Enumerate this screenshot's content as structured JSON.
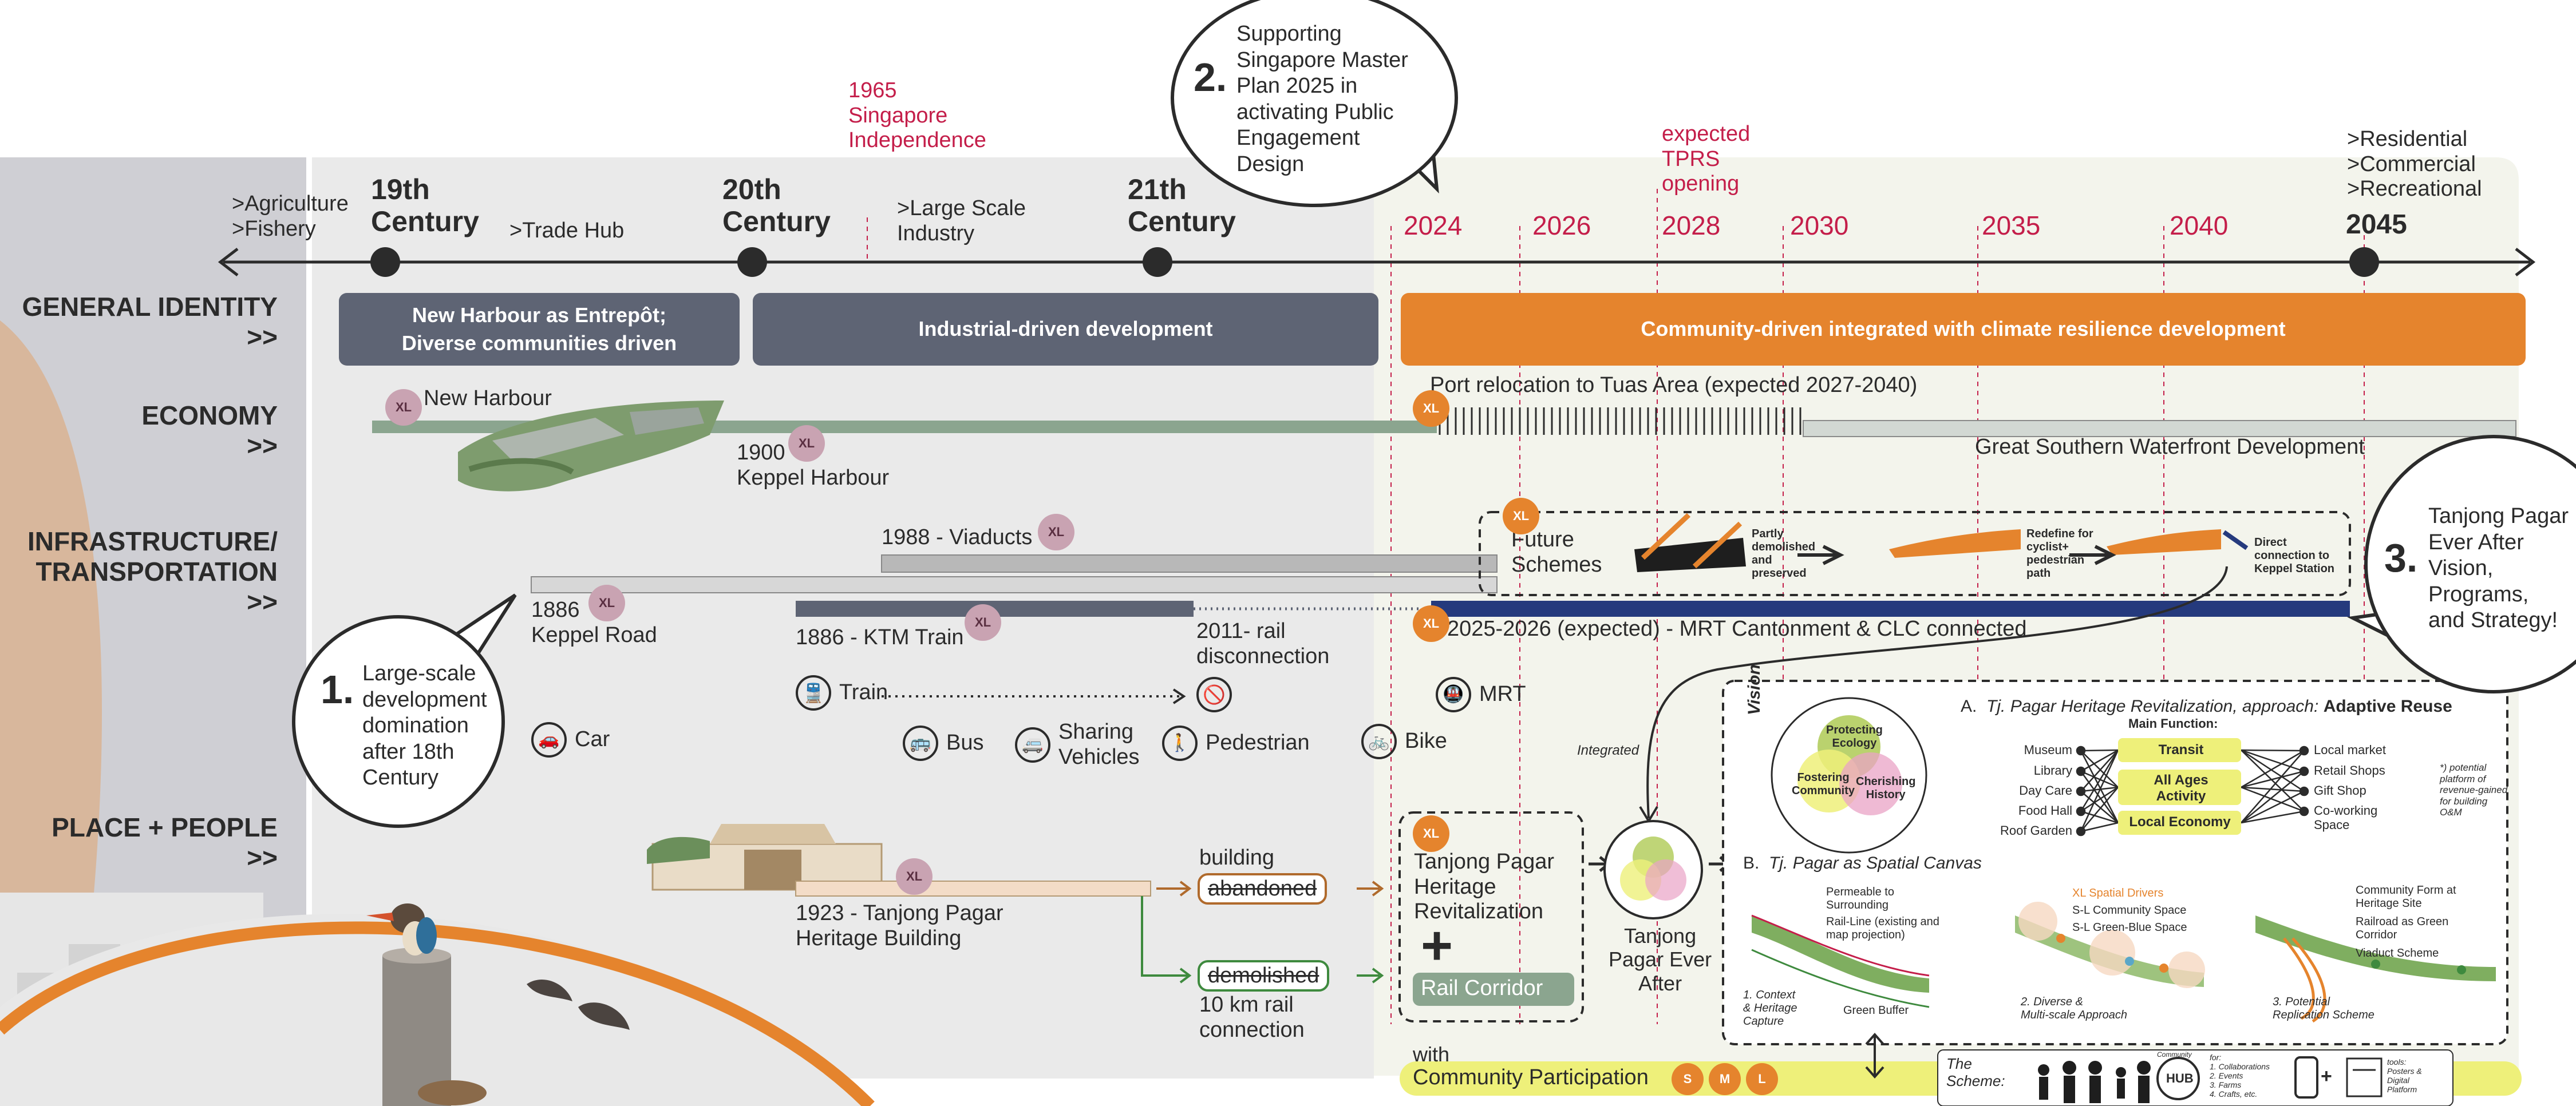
{
  "colors": {
    "red": "#c41e4a",
    "slate": "#5e6474",
    "orange": "#e5842d",
    "sage": "#8ba58f",
    "navy": "#253a7d",
    "yellow": "#eef07a",
    "xl_purple": "#c9a3b2"
  },
  "timeline": {
    "left_labels": ">Agriculture\n>Fishery",
    "c19": "19th\nCentury",
    "trade": ">Trade Hub",
    "c20": "20th\nCentury",
    "independence": "1965\nSingapore\nIndependence",
    "industry": ">Large Scale\nIndustry",
    "c21": "21th\nCentury",
    "tprs": "expected\nTPRS\nopening",
    "years": [
      "2024",
      "2026",
      "2028",
      "2030",
      "2035",
      "2040"
    ],
    "y2045": "2045",
    "future": ">Residential\n>Commercial\n>Recreational"
  },
  "categories": {
    "general": "GENERAL IDENTITY\n>>",
    "economy": "ECONOMY\n>>",
    "infra": "INFRASTRUCTURE/\nTRANSPORTATION\n>>",
    "place": "PLACE + PEOPLE\n>>"
  },
  "identity": {
    "p1": "New Harbour as Entrepôt;\nDiverse communities driven",
    "p2": "Industrial-driven development",
    "p3": "Community-driven integrated with climate resilience development"
  },
  "economy": {
    "new_harbour": "New Harbour",
    "keppel_harbour": "1900\nKeppel Harbour",
    "port_relocation": "Port relocation to Tuas Area (expected 2027-2040)",
    "gsw": "Great Southern Waterfront Development"
  },
  "infra": {
    "viaducts": "1988 - Viaducts",
    "keppel_road": "1886\nKeppel Road",
    "ktm": "1886 - KTM Train",
    "rail_disc": "2011- rail\ndisconnection",
    "mrt_line": "2025-2026 (expected) - MRT Cantonment & CLC connected",
    "future_schemes": "Future\nSchemes",
    "step1": "Partly\ndemolished\nand\npreserved",
    "step2": "Redefine for\ncyclist+\npedestrian\npath",
    "step3": "Direct\nconnection to\nKeppel Station",
    "modes": {
      "train": "Train",
      "car": "Car",
      "bus": "Bus",
      "sharing": "Sharing\nVehicles",
      "pedestrian": "Pedestrian",
      "bike": "Bike",
      "mrt": "MRT"
    },
    "integrated": "Integrated"
  },
  "place": {
    "heritage_building": "1923 - Tanjong Pagar\nHeritage Building",
    "building": "building",
    "abandoned": "abandoned",
    "demolished": "demolished",
    "rail_conn": "10 km rail\nconnection",
    "tp_heritage": "Tanjong Pagar\nHeritage\nRevitalization",
    "plus": "+",
    "rail_corridor": "Rail Corridor",
    "with": "with",
    "community_participation": "Community Participation",
    "ever_after": "Tanjong\nPagar Ever\nAfter"
  },
  "bubbles": {
    "b1_num": "1.",
    "b1_text": "Large-scale\ndevelopment\ndomination\nafter 18th\nCentury",
    "b2_num": "2.",
    "b2_text": "Supporting\nSingapore Master\nPlan 2025 in\nactivating Public\nEngagement\nDesign",
    "b3_num": "3.",
    "b3_text": "Tanjong Pagar\nEver After\nVision,\nPrograms,\nand Strategy!"
  },
  "badges": {
    "xl": "XL",
    "s": "S",
    "m": "M",
    "l": "L"
  },
  "panel": {
    "a_label": "A.",
    "a_title": "Tj. Pagar Heritage Revitalization, approach:",
    "a_title_bold": "Adaptive Reuse",
    "main_function": "Main Function:",
    "vision": "Vision",
    "venn": [
      "Protecting\nEcology",
      "Fostering\nCommunity",
      "Cherishing\nHistory"
    ],
    "left_items": [
      "Museum",
      "Library",
      "Day Care",
      "Food Hall",
      "Roof Garden"
    ],
    "center_items": [
      "Transit",
      "All Ages\nActivity",
      "Local Economy"
    ],
    "right_items": [
      "Local market",
      "Retail Shops",
      "Gift Shop",
      "Co-working\nSpace"
    ],
    "note": "*) potential\nplatform of\nrevenue-gained\nfor building\nO&M",
    "b_label": "B.",
    "b_title": "Tj. Pagar as Spatial Canvas",
    "legend1": [
      "Permeable to\nSurrounding",
      "Rail-Line (existing and\nmap projection)",
      "Green Buffer"
    ],
    "legend2": [
      "XL Spatial Drivers",
      "S-L Community Space",
      "S-L Green-Blue Space"
    ],
    "legend3": [
      "Community Form at\nHeritage Site",
      "Railroad as Green\nCorridor",
      "Viaduct Scheme"
    ],
    "cap1": "1. Context\n& Heritage\nCapture",
    "cap2": "2. Diverse &\nMulti-scale Approach",
    "cap3": "3. Potential\nReplication Scheme",
    "scheme": "The\nScheme:",
    "hub": "HUB",
    "hub_ring": "Community",
    "for_text": "for:\n1. Collaborations\n2. Events\n3. Farms\n4. Crafts, etc.",
    "tools": "tools:\nPosters &\nDigital\nPlatform"
  }
}
